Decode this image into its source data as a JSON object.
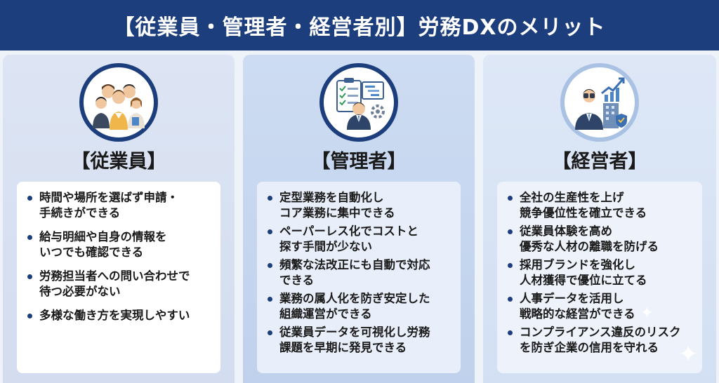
{
  "header": {
    "title": "【従業員・管理者・経営者別】労務DXのメリット"
  },
  "colors": {
    "header_bg": "#1d3e7c",
    "bullet": "#1d3e7c",
    "panel_bg": "#dbe4f4"
  },
  "columns": [
    {
      "title": "【従業員】",
      "icon": "employees-group-icon",
      "items": [
        "時間や場所を選ばず申請・\n手続きができる",
        "給与明細や自身の情報を\nいつでも確認できる",
        "労務担当者への問い合わせで\n待つ必要がない",
        "多様な働き方を実現しやすい"
      ]
    },
    {
      "title": "【管理者】",
      "icon": "manager-checklist-icon",
      "items": [
        "定型業務を自動化し\nコア業務に集中できる",
        "ペーパーレス化でコストと\n探す手間が少ない",
        "頻繁な法改正にも自動で対応\nできる",
        "業務の属人化を防ぎ安定した\n組織運営ができる",
        "従業員データを可視化し労務\n課題を早期に発見できる"
      ]
    },
    {
      "title": "【経営者】",
      "icon": "executive-binoculars-icon",
      "items": [
        "全社の生産性を上げ\n競争優位性を確立できる",
        "従業員体験を高め\n優秀な人材の離職を防げる",
        "採用ブランドを強化し\n人材獲得で優位に立てる",
        "人事データを活用し\n戦略的な経営ができる",
        "コンプライアンス違反のリスク\nを防ぎ企業の信用を守れる"
      ]
    }
  ]
}
